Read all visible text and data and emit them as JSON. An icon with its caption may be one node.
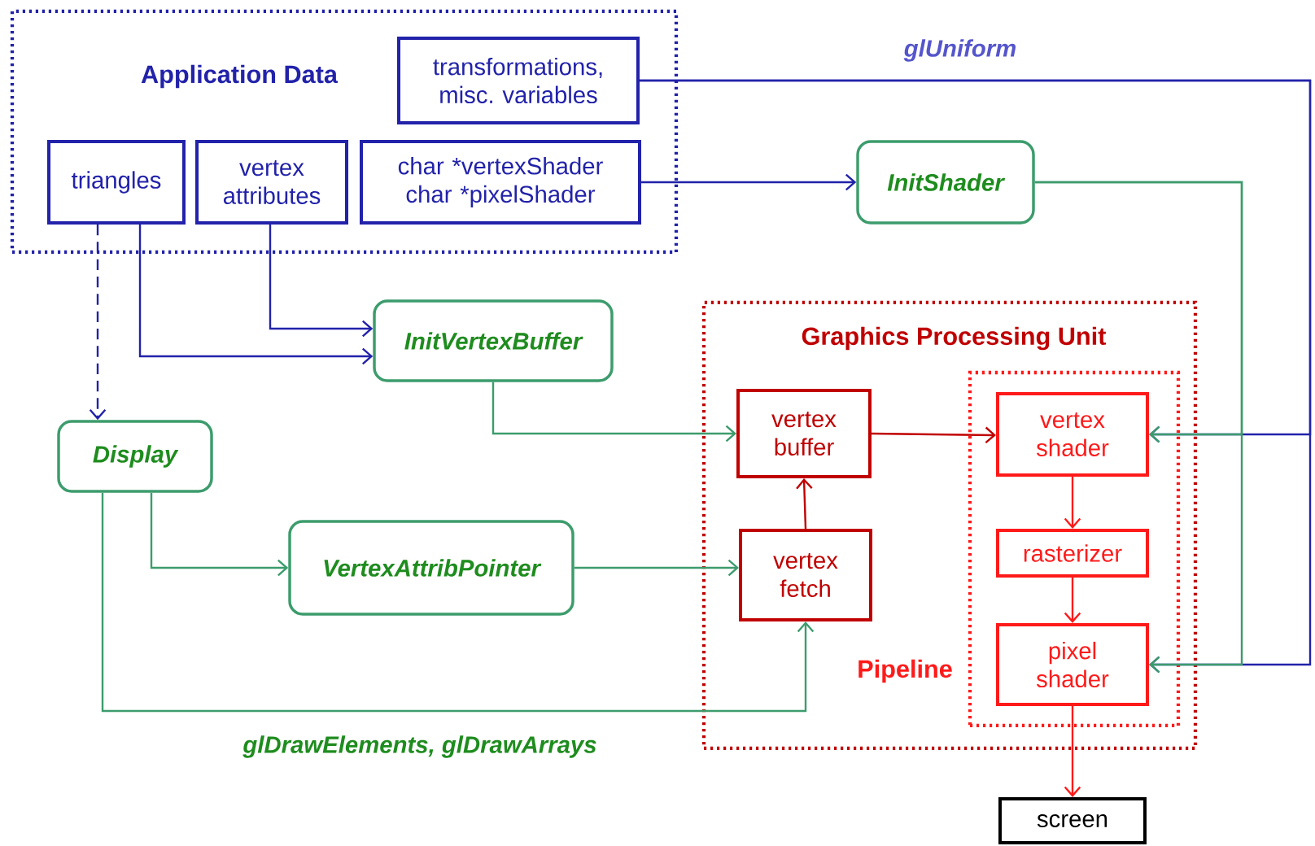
{
  "diagram": {
    "nodes": [
      {
        "text": [
          "Application Data"
        ]
      },
      {
        "text": [
          "transformations, misc. variables"
        ],
        "in": 0
      },
      {
        "text": [
          "triangles"
        ],
        "in": 0
      },
      {
        "text": [
          "vertex attributes"
        ],
        "in": 0
      },
      {
        "text": [
          "char *vertexShader char *pixelShader"
        ],
        "in": 0
      },
      {
        "text": [
          "InitShader"
        ]
      },
      {
        "text": [
          "InitVertexBuffer"
        ]
      },
      {
        "text": [
          "Display"
        ]
      },
      {
        "text": [
          "VertexAttribPointer"
        ]
      },
      {
        "text": [
          "Graphics Processing Unit"
        ]
      },
      {
        "text": [
          "vertex buffer"
        ],
        "in": 9
      },
      {
        "text": [
          "vertex fetch"
        ],
        "in": 9
      },
      {
        "text": [
          "Pipeline"
        ],
        "in": 9
      },
      {
        "text": [
          "vertex shader"
        ],
        "in": 12
      },
      {
        "text": [
          "rasterizer"
        ],
        "in": 12
      },
      {
        "text": [
          "pixel shader"
        ],
        "in": 12
      },
      {
        "text": [
          "screen"
        ]
      }
    ],
    "edges": [
      {
        "from": 1,
        "to": 13,
        "arrow": "to",
        "label": "glUniform",
        "color": "#2222aa"
      },
      {
        "from": 1,
        "to": 15,
        "arrow": "to",
        "color": "#2222aa"
      },
      {
        "from": 4,
        "to": 5,
        "arrow": "to",
        "color": "#2222aa"
      },
      {
        "from": 2,
        "to": 7,
        "arrow": "to",
        "style": "dashed",
        "color": "#2222aa"
      },
      {
        "from": 2,
        "to": 6,
        "arrow": "to",
        "color": "#2222aa"
      },
      {
        "from": 3,
        "to": 6,
        "arrow": "to",
        "color": "#2222aa"
      },
      {
        "from": 6,
        "to": 10,
        "arrow": "to",
        "color": "#3c9c6c"
      },
      {
        "from": 7,
        "to": 8,
        "arrow": "to",
        "color": "#3c9c6c"
      },
      {
        "from": 8,
        "to": 11,
        "arrow": "to",
        "color": "#3c9c6c"
      },
      {
        "from": 7,
        "to": 11,
        "arrow": "to",
        "label": "glDrawElements, glDrawArrays",
        "color": "#3c9c6c"
      },
      {
        "from": 11,
        "to": 10,
        "arrow": "to",
        "color": "#c00000"
      },
      {
        "from": 10,
        "to": 13,
        "arrow": "to",
        "color": "#c00000"
      },
      {
        "from": 13,
        "to": 14,
        "arrow": "to",
        "color": "#ff1a1a"
      },
      {
        "from": 14,
        "to": 15,
        "arrow": "to",
        "color": "#ff1a1a"
      },
      {
        "from": 15,
        "to": 16,
        "arrow": "to",
        "color": "#ff1a1a"
      },
      {
        "from": 5,
        "to": 13,
        "arrow": "to",
        "color": "#3c9c6c"
      },
      {
        "from": 5,
        "to": 15,
        "arrow": "to",
        "color": "#3c9c6c"
      }
    ]
  }
}
